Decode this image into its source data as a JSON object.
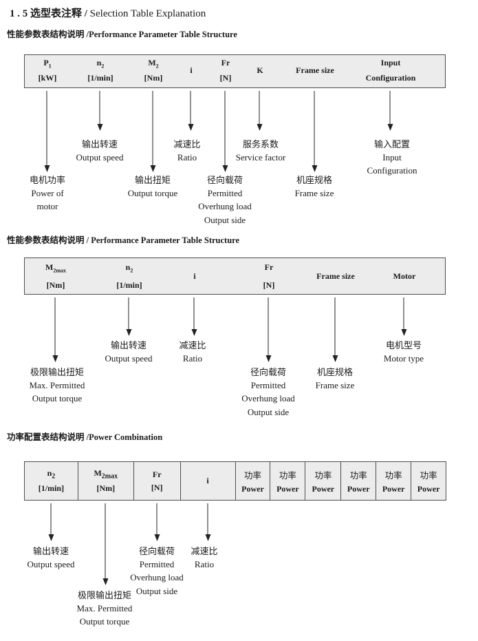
{
  "title": {
    "zh": "1 . 5 选型表注释 / ",
    "en": "Selection Table Explanation"
  },
  "colors": {
    "table_bg": "#ececec",
    "table_border": "#4d4d4d",
    "text": "#1a1a1a"
  },
  "section1": {
    "heading_zh": "性能参数表结构说明 /",
    "heading_en": "Performance Parameter Table Structure",
    "cols": {
      "p1": {
        "sym": "P",
        "sub": "1",
        "unit": "[kW]"
      },
      "n2": {
        "sym": "n",
        "sub": "2",
        "unit": "[1/min]"
      },
      "m2": {
        "sym": "M",
        "sub": "2",
        "unit": "[Nm]"
      },
      "i": {
        "sym": "i"
      },
      "fr": {
        "sym": "Fr",
        "sub": "",
        "unit": "[N]"
      },
      "k": {
        "sym": "K"
      },
      "frame": {
        "sym": "Frame size"
      },
      "input": {
        "sym": "Input",
        "sub": "",
        "unit": "Configuration"
      }
    },
    "callouts": {
      "n2": [
        "输出转速",
        "Output speed"
      ],
      "i": [
        "减速比",
        "Ratio"
      ],
      "k": [
        "服务系数",
        "Service factor"
      ],
      "input": [
        "输入配置",
        "Input",
        "Configuration"
      ],
      "p1": [
        "电机功率",
        "Power of",
        "motor"
      ],
      "m2": [
        "输出扭矩",
        "Output torque"
      ],
      "fr": [
        "径向载荷",
        "Permitted",
        "Overhung load",
        "Output side"
      ],
      "frame": [
        "机座规格",
        "Frame size"
      ]
    }
  },
  "section2": {
    "heading_zh": "性能参数表结构说明 / ",
    "heading_en": "Performance Parameter Table Structure",
    "cols": {
      "m2max": {
        "sym": "M",
        "sub": "2max",
        "unit": "[Nm]"
      },
      "n2": {
        "sym": "n",
        "sub": "2",
        "unit": "[1/min]"
      },
      "i": {
        "sym": "i"
      },
      "fr": {
        "sym": "Fr",
        "sub": "",
        "unit": "[N]"
      },
      "frame": {
        "sym": "Frame size"
      },
      "motor": {
        "sym": "Motor"
      }
    },
    "callouts": {
      "n2": [
        "输出转速",
        "Output speed"
      ],
      "i": [
        "减速比",
        "Ratio"
      ],
      "motor": [
        "电机型号",
        "Motor type"
      ],
      "m2max": [
        "极限输出扭矩",
        "Max. Permitted",
        "Output  torque"
      ],
      "fr": [
        "径向载荷",
        "Permitted",
        "Overhung load",
        "Output side"
      ],
      "frame": [
        "机座规格",
        "Frame size"
      ]
    }
  },
  "section3": {
    "heading_zh": "功率配置表结构说明 /",
    "heading_en": "Power Combination",
    "cols": {
      "n2": {
        "sym": "n",
        "sub": "2",
        "unit": "[1/min]"
      },
      "m2max": {
        "sym": "M",
        "sub": "2max",
        "unit": "[Nm]"
      },
      "fr": {
        "sym": "Fr",
        "sub": "",
        "unit": "[N]"
      },
      "i": {
        "sym": "i"
      }
    },
    "power": {
      "zh": "功率",
      "en": "Power"
    },
    "callouts": {
      "n2": [
        "输出转速",
        "Output speed"
      ],
      "fr": [
        "径向载荷",
        "Permitted",
        "Overhung load",
        "Output side"
      ],
      "i": [
        "减速比",
        "Ratio"
      ],
      "m2max": [
        "极限输出扭矩",
        "Max. Permitted",
        "Output  torque"
      ]
    }
  }
}
